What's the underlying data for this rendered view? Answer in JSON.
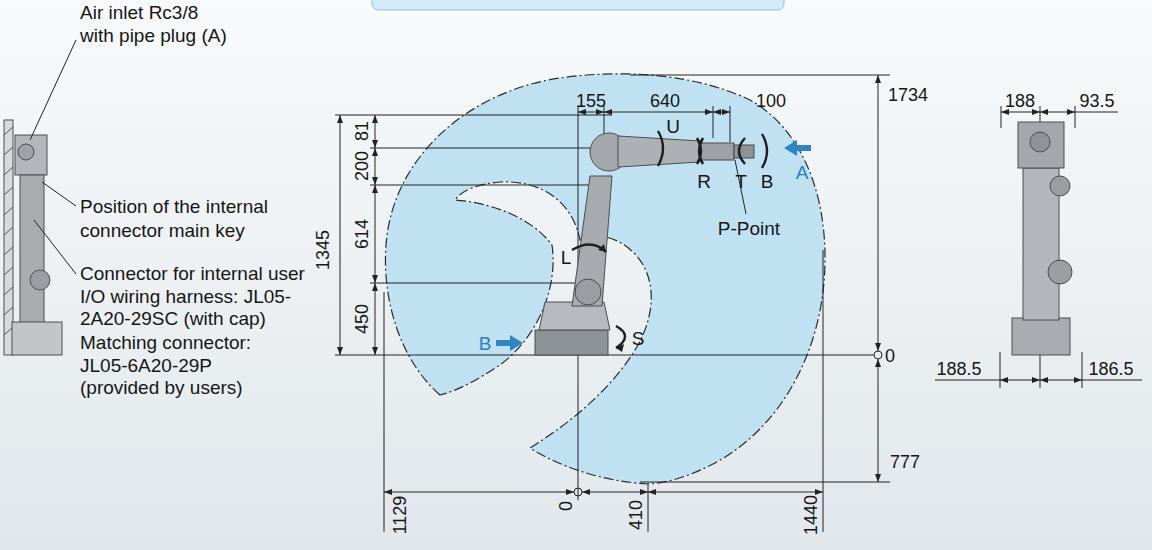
{
  "diagram": {
    "labels": [
      "Air inlet Rc3/8 with pipe plug (A)",
      "Position of the internal connector main key",
      "Connector for internal user I/O wiring harness: JL05-2A20-29SC (with cap)",
      "Matching connector: JL05-6A20-29P (provided by users)",
      "155",
      "640",
      "100",
      "1734",
      "81",
      "200",
      "614",
      "1345",
      "450",
      "U",
      "R",
      "T",
      "B",
      "A",
      "P-Point",
      "L",
      "B",
      "S",
      "0",
      "777",
      "1129",
      "0",
      "410",
      "1440",
      "188",
      "93.5",
      "188.5",
      "186.5"
    ]
  }
}
